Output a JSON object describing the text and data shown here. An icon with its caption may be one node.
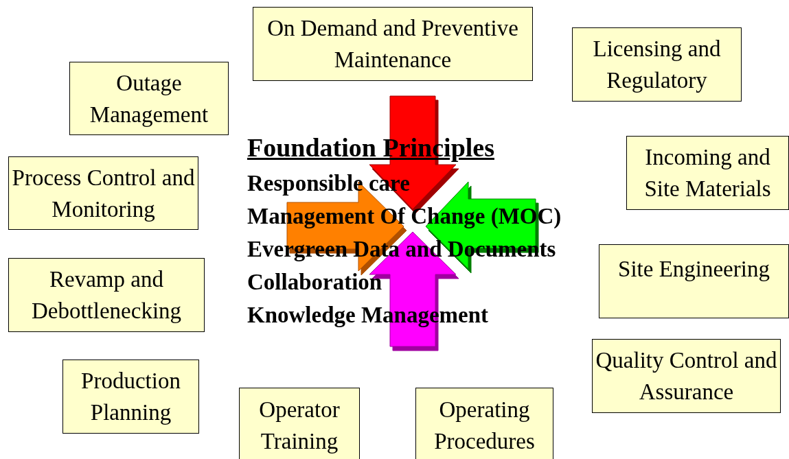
{
  "diagram": {
    "nodes": [
      {
        "text": [
          "On Demand and Preventive Maintenance"
        ]
      },
      {
        "text": [
          "Licensing and Regulatory"
        ]
      },
      {
        "text": [
          "Outage Management"
        ]
      },
      {
        "text": [
          "Incoming and Site Materials"
        ]
      },
      {
        "text": [
          "Process Control and Monitoring"
        ]
      },
      {
        "text": [
          "Site Engineering"
        ]
      },
      {
        "text": [
          "Revamp and Debottlenecking"
        ]
      },
      {
        "text": [
          "Quality Control and Assurance"
        ]
      },
      {
        "text": [
          "Production Planning"
        ]
      },
      {
        "text": [
          "Operator Training"
        ]
      },
      {
        "text": [
          "Operating Procedures"
        ]
      }
    ],
    "edges": [],
    "labels": [
      "Foundation Principles",
      "Responsible care",
      "Management Of Change (MOC)",
      "Evergreen Data and Documents",
      "Collaboration",
      "Knowledge Management"
    ]
  }
}
